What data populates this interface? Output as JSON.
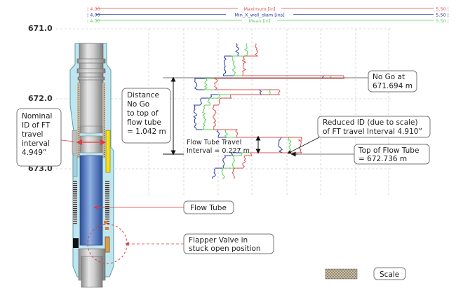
{
  "header_tracks": [
    {
      "name": "Maximum [in]",
      "min": "4.00",
      "max": "5.50",
      "color": "#d9534f"
    },
    {
      "name": "Min_X_well_diam [ins]",
      "min": "4.00",
      "max": "5.50",
      "color": "#2b3a9c"
    },
    {
      "name": "Mean [in]",
      "min": "4.00",
      "max": "5.50",
      "color": "#5ccf5c"
    }
  ],
  "depth_ticks": [
    "671.0",
    "672.0",
    "673.0"
  ],
  "callouts": {
    "nominal_id": [
      "Nominal",
      "ID of FT",
      "travel",
      "interval",
      "4.949”"
    ],
    "distance": [
      "Distance",
      "No Go",
      "to top of",
      "flow tube",
      "= 1.042 m"
    ],
    "no_go": [
      "No Go at",
      "671.694 m"
    ],
    "reduced_id": [
      "Reduced ID (due to scale)",
      "of FT travel Interval 4.910”"
    ],
    "top_flow_tube": [
      "Top of Flow Tube",
      "= 672.736 m"
    ],
    "ft_travel": [
      "Flow Tube Travel",
      "Interval = 0.227 m"
    ],
    "flow_tube": "Flow Tube",
    "flapper": [
      "Flapper Valve in",
      "stuck open position"
    ],
    "scale_legend": "Scale"
  },
  "colors": {
    "max": "#d9534f",
    "min": "#2b3a9c",
    "mean": "#5ccf5c",
    "housing": "#bfe6ee",
    "tube": "#4b6fb8",
    "annotation_red": "#e23b3b"
  }
}
